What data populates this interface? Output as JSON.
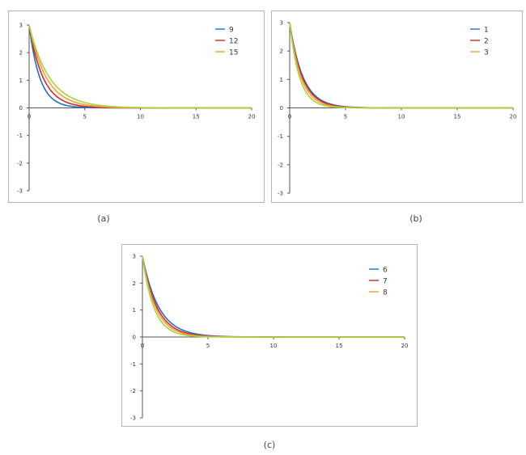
{
  "chart_data": [
    {
      "panel": "a",
      "caption": "(a)",
      "type": "line",
      "xlim": [
        0,
        20
      ],
      "ylim": [
        -3,
        3
      ],
      "xticks": [
        0,
        5,
        10,
        15,
        20
      ],
      "yticks": [
        3,
        2,
        1,
        0,
        -1,
        -2,
        -3
      ],
      "legend_position": "top-right",
      "series": [
        {
          "name": "9",
          "color": "#1f6fd1",
          "y0": 3.0,
          "decay": 1.05
        },
        {
          "name": "12",
          "color": "#d62728",
          "y0": 3.0,
          "decay": 0.8
        },
        {
          "name": "15",
          "color": "#f0a030",
          "y0": 3.0,
          "decay": 0.65
        },
        {
          "name": "",
          "color": "#a8d23a",
          "y0": 3.0,
          "decay": 0.55
        }
      ]
    },
    {
      "panel": "b",
      "caption": "(b)",
      "type": "line",
      "xlim": [
        0,
        20
      ],
      "ylim": [
        -3,
        3
      ],
      "xticks": [
        0,
        5,
        10,
        15,
        20
      ],
      "yticks": [
        3,
        2,
        1,
        0,
        -1,
        -2,
        -3
      ],
      "legend_position": "top-right",
      "series": [
        {
          "name": "1",
          "color": "#1f6fd1",
          "y0": 3.0,
          "decay": 0.85
        },
        {
          "name": "2",
          "color": "#d62728",
          "y0": 3.0,
          "decay": 0.9
        },
        {
          "name": "3",
          "color": "#f0a030",
          "y0": 3.0,
          "decay": 1.0
        },
        {
          "name": "",
          "color": "#a8d23a",
          "y0": 3.0,
          "decay": 1.15
        }
      ]
    },
    {
      "panel": "c",
      "caption": "(c)",
      "type": "line",
      "xlim": [
        0,
        20
      ],
      "ylim": [
        -3,
        3
      ],
      "xticks": [
        0,
        5,
        10,
        15,
        20
      ],
      "yticks": [
        3,
        2,
        1,
        0,
        -1,
        -2,
        -3
      ],
      "legend_position": "top-right",
      "series": [
        {
          "name": "6",
          "color": "#1f6fd1",
          "y0": 3.0,
          "decay": 0.8
        },
        {
          "name": "7",
          "color": "#d62728",
          "y0": 3.0,
          "decay": 0.9
        },
        {
          "name": "8",
          "color": "#f0a030",
          "y0": 3.0,
          "decay": 1.0
        },
        {
          "name": "",
          "color": "#a8d23a",
          "y0": 3.0,
          "decay": 1.15
        }
      ]
    }
  ]
}
